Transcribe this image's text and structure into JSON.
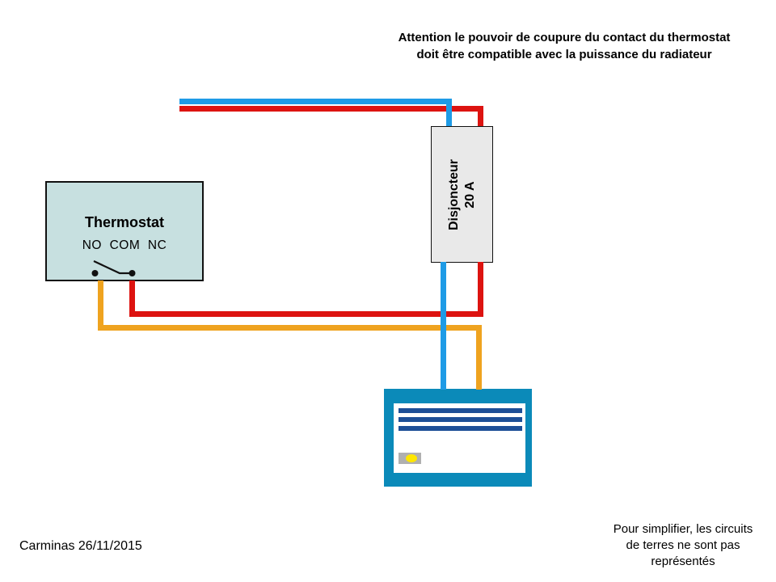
{
  "warning": {
    "line1": "Attention le pouvoir de coupure du contact du thermostat",
    "line2": "doit être compatible avec la puissance du radiateur"
  },
  "thermostat": {
    "title": "Thermostat",
    "terminals": "NO  COM  NC"
  },
  "breaker": {
    "name_line": "Disjoncteur",
    "rating_line": "20 A"
  },
  "footer": {
    "credit": "Carminas 26/11/2015",
    "note_line1": "Pour simplifier, les circuits",
    "note_line2": "de terres ne sont pas",
    "note_line3": "représentés"
  },
  "colors": {
    "wire_phase_red": "#dd1310",
    "wire_neutral_blue": "#1e9be6",
    "wire_switched_orange": "#efa31f",
    "thermostat_fill": "#c7e0e0",
    "breaker_fill": "#e9e9e9",
    "radiator_body": "#0b8ab9",
    "radiator_stripe": "#1d4f97",
    "indicator_plate_gray": "#b0b0b0",
    "indicator_lamp_yellow": "#ffe600",
    "switch_black": "#111111"
  }
}
